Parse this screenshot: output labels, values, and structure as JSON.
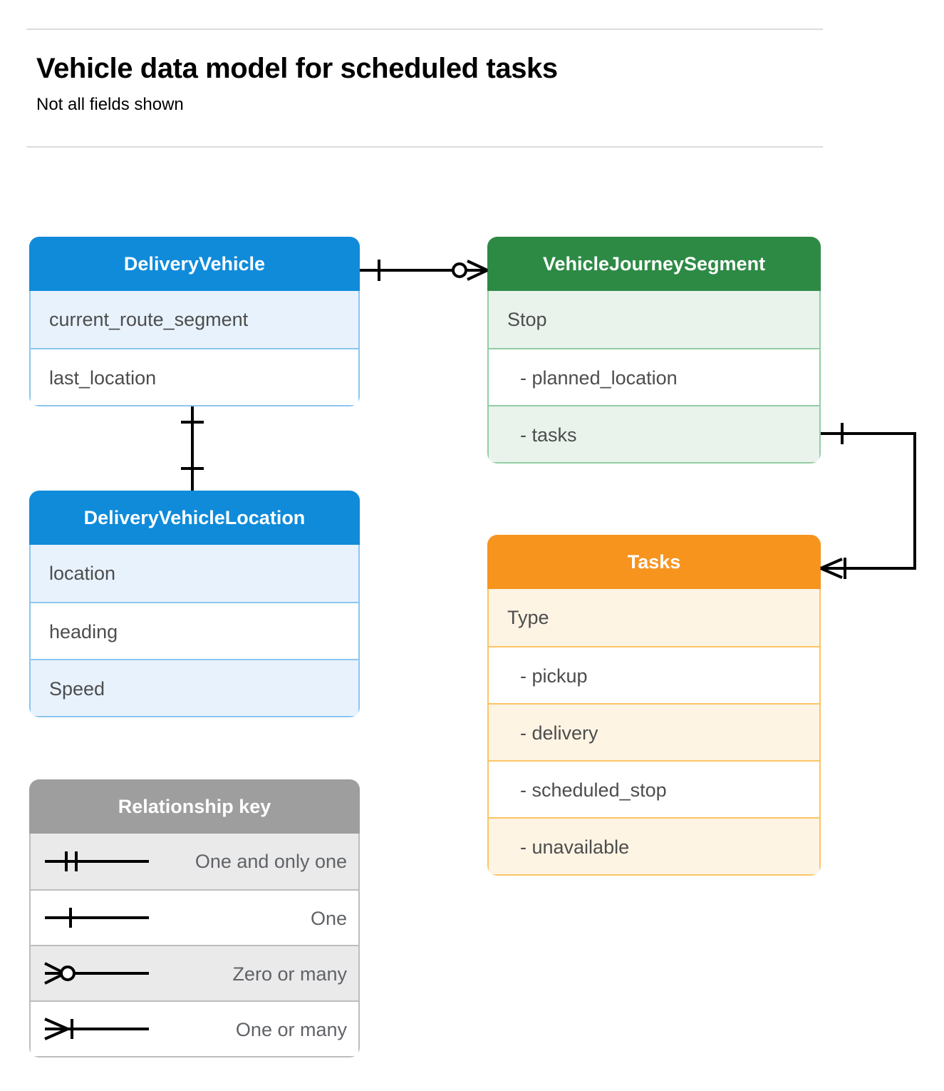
{
  "header": {
    "title": "Vehicle data model for scheduled tasks",
    "subtitle": "Not all fields shown"
  },
  "colors": {
    "blue_header": "#0f8bda",
    "blue_row": "#e8f2fd",
    "blue_border": "#8cc6ef",
    "green_header": "#2d8a45",
    "green_row": "#e9f3ec",
    "green_border": "#93cca4",
    "orange_header": "#f7941e",
    "orange_row": "#fef4e4",
    "orange_border": "#fbc564",
    "grey_header": "#9e9e9e",
    "grey_row": "#eaeaea",
    "grey_border": "#bdbdbd",
    "connector": "#000000",
    "field_text": "#4d4d4d",
    "legend_text": "#5f6368",
    "rule": "#dadce0"
  },
  "entities": {
    "delivery_vehicle": {
      "name": "DeliveryVehicle",
      "fields": [
        "current_route_segment",
        "last_location"
      ]
    },
    "vehicle_journey_segment": {
      "name": "VehicleJourneySegment",
      "fields": [
        "Stop",
        "-  planned_location",
        "- tasks"
      ]
    },
    "delivery_vehicle_location": {
      "name": "DeliveryVehicleLocation",
      "fields": [
        "location",
        "heading",
        "Speed"
      ]
    },
    "tasks": {
      "name": "Tasks",
      "fields": [
        "Type",
        "-  pickup",
        "-  delivery",
        "-  scheduled_stop",
        "-  unavailable"
      ]
    }
  },
  "legend": {
    "title": "Relationship key",
    "items": [
      {
        "label": "One and only one",
        "symbol": "one-and-only-one"
      },
      {
        "label": "One",
        "symbol": "one"
      },
      {
        "label": "Zero or many",
        "symbol": "zero-or-many"
      },
      {
        "label": "One or many",
        "symbol": "one-or-many"
      }
    ]
  },
  "relationships": [
    {
      "from": "DeliveryVehicle",
      "to": "VehicleJourneySegment",
      "from_cardinality": "One",
      "to_cardinality": "Zero or many"
    },
    {
      "from": "DeliveryVehicle",
      "to": "DeliveryVehicleLocation",
      "from_cardinality": "One",
      "to_cardinality": "One"
    },
    {
      "from": "VehicleJourneySegment.tasks",
      "to": "Tasks",
      "from_cardinality": "One",
      "to_cardinality": "One or many"
    }
  ]
}
